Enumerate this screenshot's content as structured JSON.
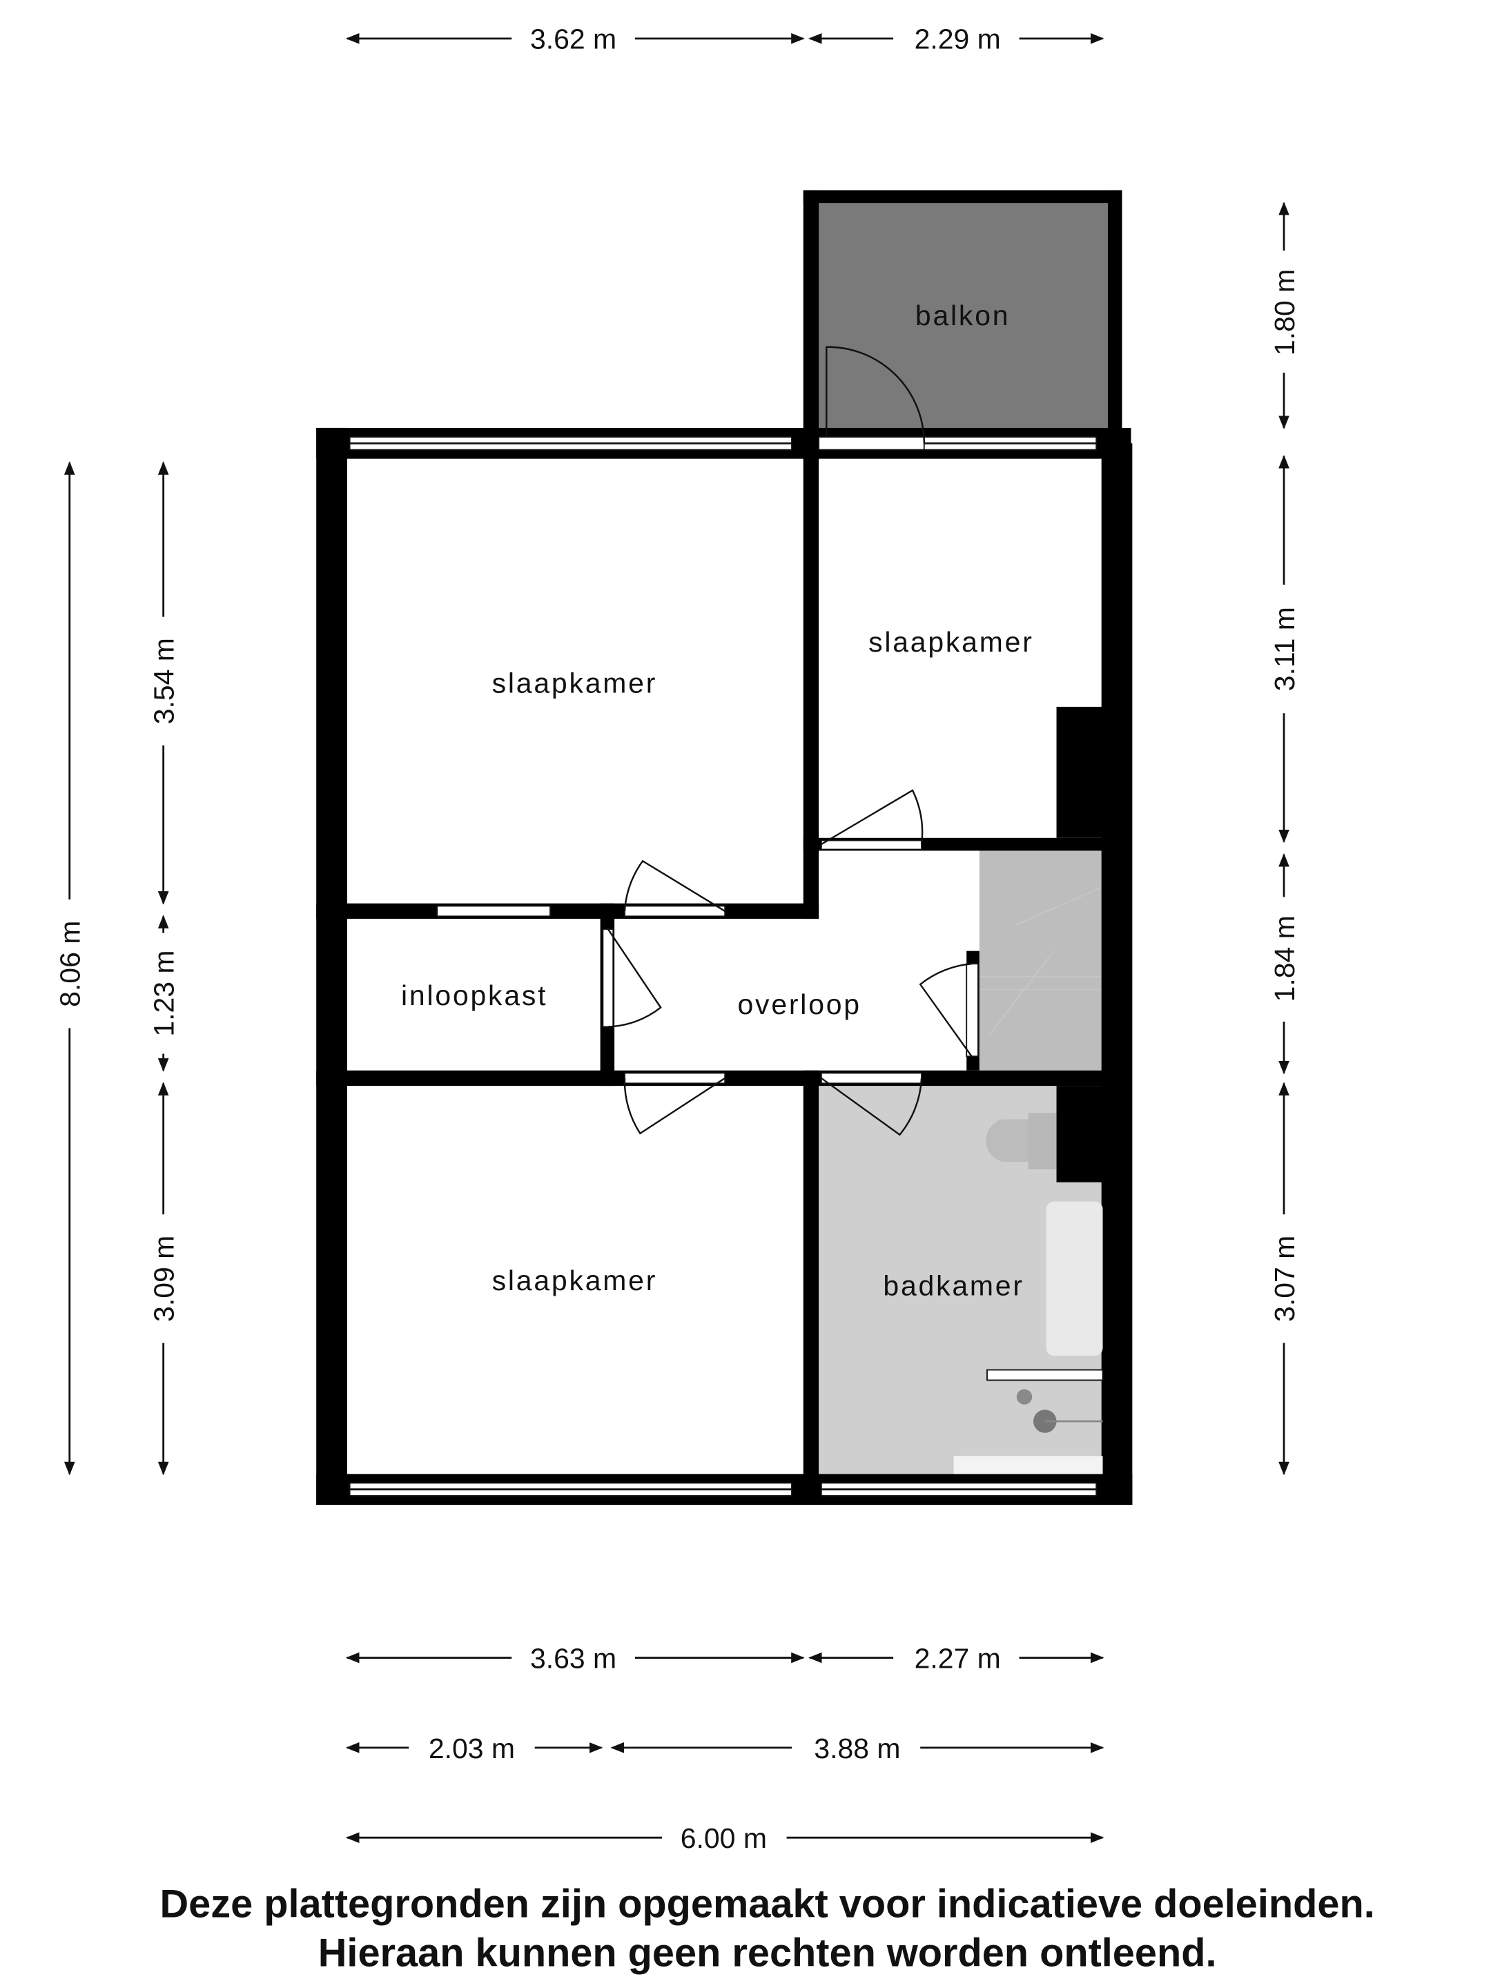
{
  "rooms": {
    "balkon": "balkon",
    "bedroom_1": "slaapkamer",
    "bedroom_2": "slaapkamer",
    "bedroom_3": "slaapkamer",
    "walk_in_closet": "inloopkast",
    "landing": "overloop",
    "bathroom": "badkamer"
  },
  "dimensions": {
    "top": [
      "3.62 m",
      "2.29 m"
    ],
    "bottom_row1": [
      "3.63 m",
      "2.27 m"
    ],
    "bottom_row2": [
      "2.03 m",
      "3.88 m"
    ],
    "bottom_total": "6.00 m",
    "left_total": "8.06 m",
    "left": [
      "3.54 m",
      "1.23 m",
      "3.09 m"
    ],
    "right": [
      "1.80 m",
      "3.11 m",
      "1.84 m",
      "3.07 m"
    ]
  },
  "disclaimer": {
    "line1": "Deze plattegronden zijn opgemaakt voor indicatieve doeleinden.",
    "line2": "Hieraan kunnen geen rechten worden ontleend."
  },
  "colors": {
    "balkon": "#7a7a7a",
    "stairs": "#bdbdbd",
    "bathroom": "#cfcfcf",
    "wall": "#000000"
  }
}
